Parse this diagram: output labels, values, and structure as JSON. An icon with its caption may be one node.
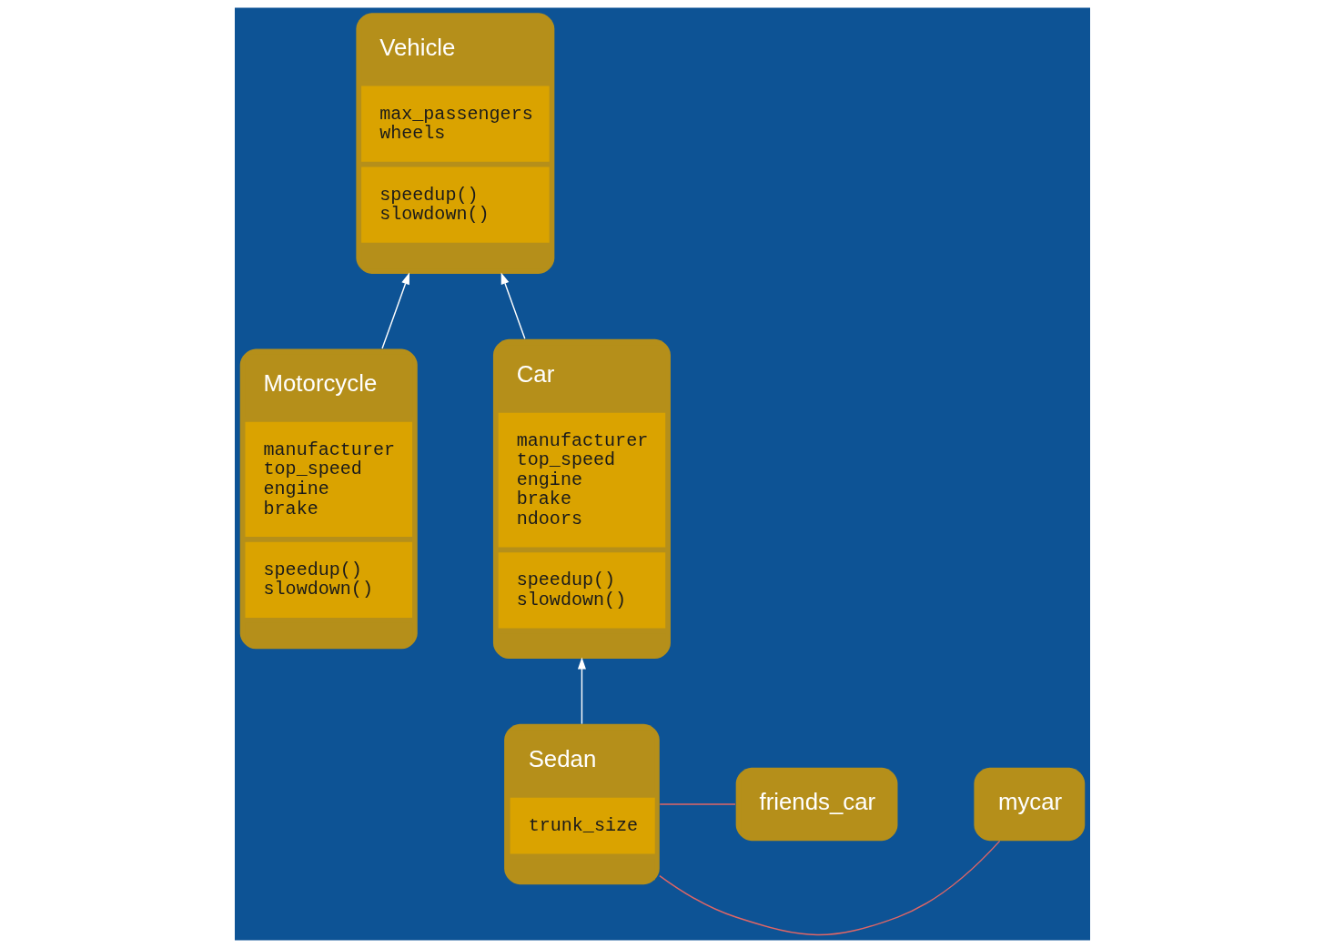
{
  "diagram": {
    "nodes": [
      {
        "text": [
          "Vehicle",
          "max_passengers wheels",
          "speedup() slowdown()"
        ]
      },
      {
        "text": [
          "Motorcycle",
          "manufacturer top_speed engine brake",
          "speedup() slowdown()"
        ]
      },
      {
        "text": [
          "Car",
          "manufacturer top_speed engine brake ndoors",
          "speedup() slowdown()"
        ]
      },
      {
        "text": [
          "Sedan",
          "trunk_size"
        ]
      },
      {
        "text": [
          "friends_car"
        ]
      },
      {
        "text": [
          "mycar"
        ]
      }
    ],
    "edges": [
      {
        "from": 1,
        "to": 0,
        "arrow": "to"
      },
      {
        "from": 2,
        "to": 0,
        "arrow": "to"
      },
      {
        "from": 3,
        "to": 2,
        "arrow": "to"
      },
      {
        "from": 3,
        "to": 4,
        "arrow": "none",
        "color": "#e06666"
      },
      {
        "from": 3,
        "to": 5,
        "arrow": "none",
        "color": "#e06666"
      }
    ]
  }
}
